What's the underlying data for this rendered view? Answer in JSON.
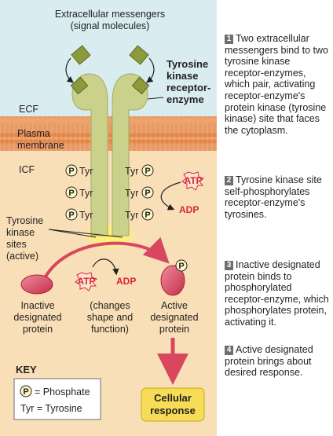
{
  "labels": {
    "messengers_line1": "Extracellular messengers",
    "messengers_line2": "(signal molecules)",
    "receptor_line1": "Tyrosine",
    "receptor_line2": "kinase",
    "receptor_line3": "receptor-",
    "receptor_line4": "enzyme",
    "ecf": "ECF",
    "plasma_line1": "Plasma",
    "plasma_line2": "membrane",
    "icf": "ICF",
    "tyr": "Tyr",
    "p": "P",
    "atp": "ATP",
    "adp": "ADP",
    "sites_line1": "Tyrosine",
    "sites_line2": "kinase",
    "sites_line3": "sites",
    "sites_line4": "(active)",
    "inactive_line1": "Inactive",
    "inactive_line2": "designated",
    "inactive_line3": "protein",
    "changes_line1": "(changes",
    "changes_line2": "shape and",
    "changes_line3": "function)",
    "active_line1": "Active",
    "active_line2": "designated",
    "active_line3": "protein",
    "response_line1": "Cellular",
    "response_line2": "response"
  },
  "key": {
    "title": "KEY",
    "phosphate": "= Phosphate",
    "tyrosine": "Tyr = Tyrosine"
  },
  "steps": [
    {
      "num": "1",
      "text": "Two extracellular messengers bind to two tyrosine kinase receptor-enzymes, which pair, activating receptor-enzyme's protein kinase (tyrosine kinase) site that faces the cytoplasm."
    },
    {
      "num": "2",
      "text": "Tyrosine kinase site self-phosphorylates receptor-enzyme's tyrosines."
    },
    {
      "num": "3",
      "text": "Inactive designated protein binds to phosphorylated receptor-enzyme, which phosphorylates protein, activating it."
    },
    {
      "num": "4",
      "text": "Active designated protein brings about desired response."
    }
  ],
  "colors": {
    "ecf_bg": "#d9ecef",
    "icf_bg": "#f8dfb8",
    "membrane": "#e3874a",
    "receptor": "#c9d18a",
    "messenger": "#8a9a3c",
    "protein": "#d9475f",
    "arrow": "#d9475f",
    "response_box": "#f7dd57",
    "glow": "#fff36b"
  }
}
